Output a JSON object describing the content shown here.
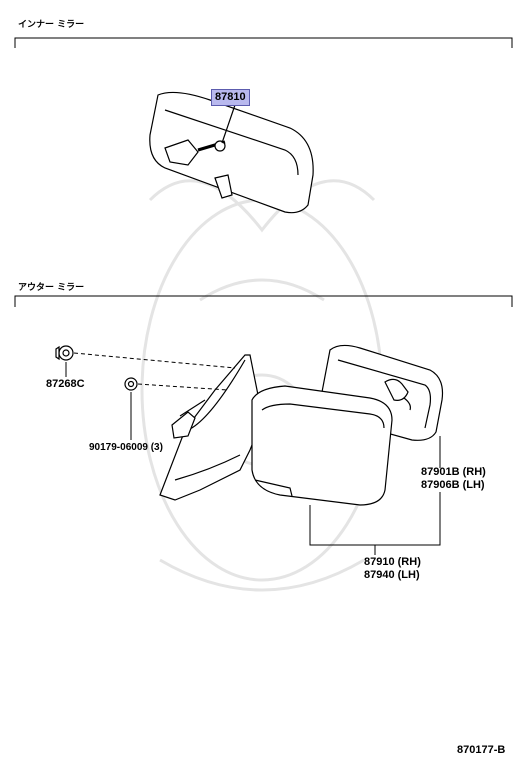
{
  "sections": {
    "inner": {
      "title": "インナー ミラー"
    },
    "outer": {
      "title": "アウター ミラー"
    }
  },
  "parts": {
    "inner_mirror": "87810",
    "clip": "87268C",
    "screw": "90179-06009 (3)",
    "glass_rh": "87901B (RH)",
    "glass_lh": "87906B (LH)",
    "assy_rh": "87910 (RH)",
    "assy_lh": "87940 (LH)"
  },
  "footer": {
    "diagram_id": "870177-B"
  },
  "colors": {
    "highlight": "#b9b9ee",
    "highlight_border": "#5c5cae",
    "watermark": "#e6e6e6"
  }
}
